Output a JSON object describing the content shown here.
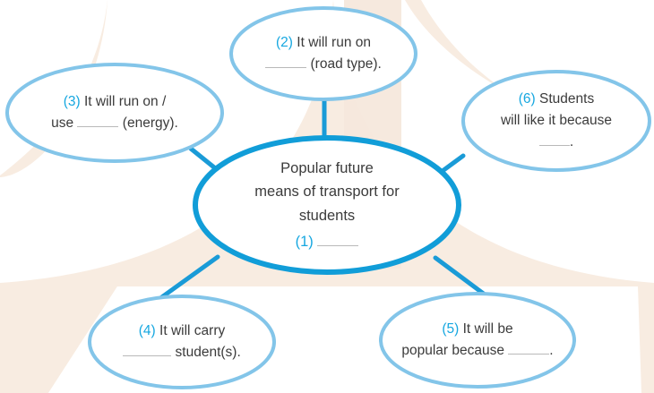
{
  "palette": {
    "background_beige": "#f8ece1",
    "page_white": "#ffffff",
    "center_ellipse_stroke": "#119dd8",
    "outer_ellipse_stroke": "#83c5e9",
    "connector_stroke": "#1a9bd7",
    "number_color": "#16a7e0",
    "text_color": "#3b3b3b",
    "blank_line_color": "#b9b9b9"
  },
  "diagram": {
    "type": "mind-map",
    "center": {
      "id": "center",
      "number": "(1)",
      "title_lines": [
        "Popular future",
        "means of transport for",
        "students"
      ],
      "blank_after_number": true
    },
    "branches": [
      {
        "id": "node-2",
        "number": "(2)",
        "lines": [
          {
            "segments": [
              {
                "type": "text",
                "value": "It will run on"
              }
            ]
          },
          {
            "segments": [
              {
                "type": "blank",
                "size": "md"
              },
              {
                "type": "text",
                "value": " (road type)."
              }
            ]
          }
        ],
        "plain_text": "(2) It will run on ____ (road type)."
      },
      {
        "id": "node-3",
        "number": "(3)",
        "lines": [
          {
            "segments": [
              {
                "type": "text",
                "value": "It will run on /"
              }
            ]
          },
          {
            "segments": [
              {
                "type": "text",
                "value": "use "
              },
              {
                "type": "blank",
                "size": "md"
              },
              {
                "type": "text",
                "value": " (energy)."
              }
            ]
          }
        ],
        "plain_text": "(3) It will run on / use ____ (energy)."
      },
      {
        "id": "node-4",
        "number": "(4)",
        "lines": [
          {
            "segments": [
              {
                "type": "text",
                "value": "It will carry"
              }
            ]
          },
          {
            "segments": [
              {
                "type": "blank",
                "size": "lg"
              },
              {
                "type": "text",
                "value": " student(s)."
              }
            ]
          }
        ],
        "plain_text": "(4) It will carry _____ student(s)."
      },
      {
        "id": "node-5",
        "number": "(5)",
        "lines": [
          {
            "segments": [
              {
                "type": "text",
                "value": "It will be"
              }
            ]
          },
          {
            "segments": [
              {
                "type": "text",
                "value": "popular because "
              },
              {
                "type": "blank",
                "size": "md"
              },
              {
                "type": "text",
                "value": "."
              }
            ]
          }
        ],
        "plain_text": "(5) It will be popular because ____."
      },
      {
        "id": "node-6",
        "number": "(6)",
        "lines": [
          {
            "segments": [
              {
                "type": "text",
                "value": "Students"
              }
            ]
          },
          {
            "segments": [
              {
                "type": "text",
                "value": "will like it because"
              }
            ]
          },
          {
            "segments": [
              {
                "type": "blank",
                "size": "sm"
              },
              {
                "type": "text",
                "value": "."
              }
            ]
          }
        ],
        "plain_text": "(6) Students will like it because ___."
      }
    ],
    "connectors": [
      {
        "from": "center",
        "to": "node-2"
      },
      {
        "from": "center",
        "to": "node-3"
      },
      {
        "from": "center",
        "to": "node-4"
      },
      {
        "from": "center",
        "to": "node-5"
      },
      {
        "from": "center",
        "to": "node-6"
      }
    ]
  }
}
